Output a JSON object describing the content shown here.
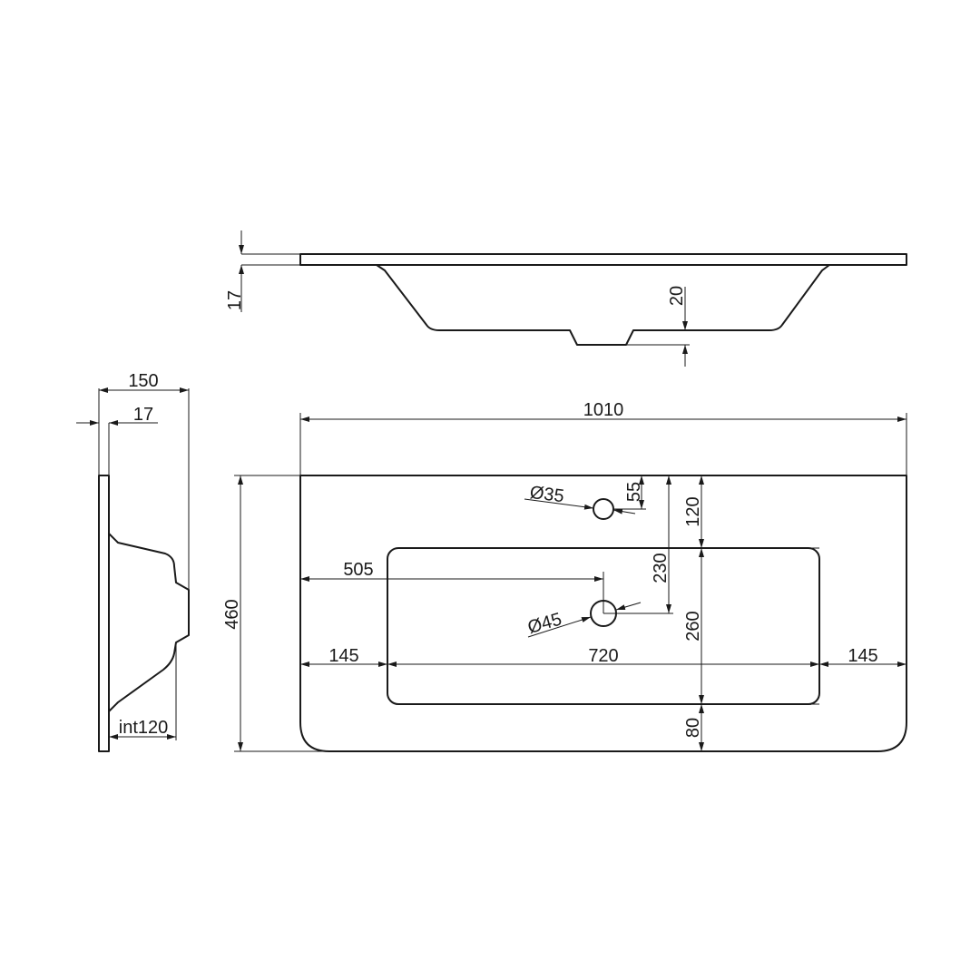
{
  "side_view": {
    "thickness_label": "17",
    "depth_label": "20"
  },
  "end_view": {
    "width_label": "150",
    "thickness_label": "17",
    "interior_label": "int120"
  },
  "plan_view": {
    "overall_width_label": "1010",
    "overall_depth_label": "460",
    "left_margin_label": "145",
    "bowl_width_label": "720",
    "right_margin_label": "145",
    "front_to_bowl_label": "120",
    "bowl_depth_label": "260",
    "bowl_to_back_label": "80",
    "drain_offset_label": "505",
    "drain_from_front_label": "230",
    "tap_hole_from_front_label": "55",
    "tap_hole_label": "Ø35",
    "drain_hole_label": "Ø45"
  }
}
